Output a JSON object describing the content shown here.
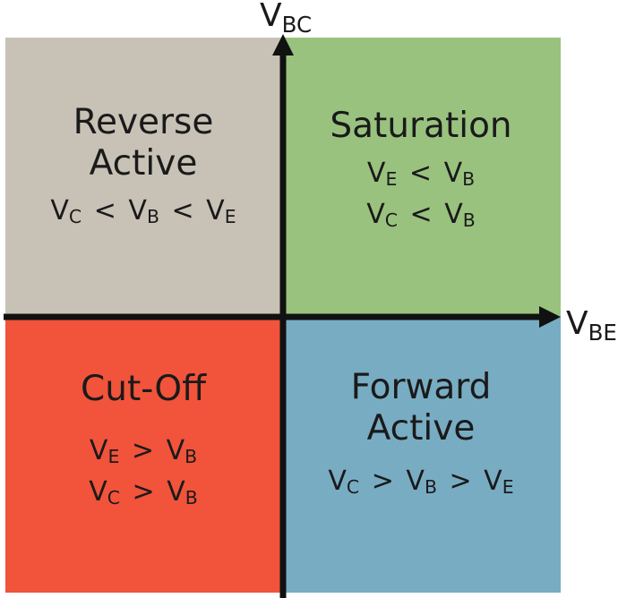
{
  "colors": {
    "reverse_active": "#c8c2b6",
    "saturation": "#99c27f",
    "cutoff": "#f1533b",
    "forward_active": "#78acc3",
    "axis": "#111111"
  },
  "axes": {
    "vertical": {
      "main": "V",
      "sub": "BC"
    },
    "horizontal": {
      "main": "V",
      "sub": "BE"
    }
  },
  "quadrants": {
    "reverse_active": {
      "title_lines": [
        "Reverse",
        "Active"
      ],
      "conditions": [
        {
          "a": "V",
          "a_sub": "C",
          "op1": "<",
          "b": "V",
          "b_sub": "B",
          "op2": "<",
          "c": "V",
          "c_sub": "E"
        }
      ]
    },
    "saturation": {
      "title_lines": [
        "Saturation"
      ],
      "conditions": [
        {
          "a": "V",
          "a_sub": "E",
          "op1": "<",
          "b": "V",
          "b_sub": "B"
        },
        {
          "a": "V",
          "a_sub": "C",
          "op1": "<",
          "b": "V",
          "b_sub": "B"
        }
      ]
    },
    "cutoff": {
      "title_lines": [
        "Cut-Off"
      ],
      "conditions": [
        {
          "a": "V",
          "a_sub": "E",
          "op1": ">",
          "b": "V",
          "b_sub": "B"
        },
        {
          "a": "V",
          "a_sub": "C",
          "op1": ">",
          "b": "V",
          "b_sub": "B"
        }
      ]
    },
    "forward_active": {
      "title_lines": [
        "Forward",
        "Active"
      ],
      "conditions": [
        {
          "a": "V",
          "a_sub": "C",
          "op1": ">",
          "b": "V",
          "b_sub": "B",
          "op2": ">",
          "c": "V",
          "c_sub": "E"
        }
      ]
    }
  }
}
